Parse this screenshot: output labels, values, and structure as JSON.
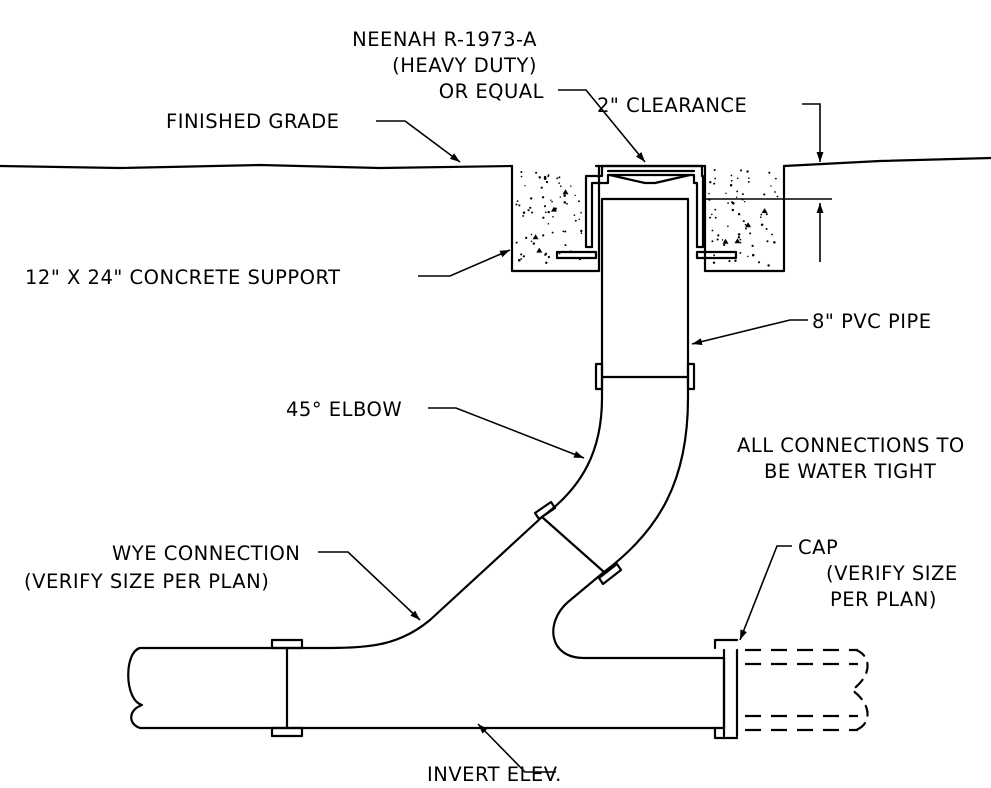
{
  "labels": {
    "frame_line1": "NEENAH R-1973-A",
    "frame_line2": "(HEAVY DUTY)",
    "frame_line3": "OR EQUAL",
    "clearance": "2\" CLEARANCE",
    "finished_grade": "FINISHED GRADE",
    "concrete_support": "12\" X 24\" CONCRETE SUPPORT",
    "pvc_pipe": "8\" PVC PIPE",
    "elbow": "45° ELBOW",
    "note_line1": "ALL CONNECTIONS TO",
    "note_line2": "BE WATER TIGHT",
    "wye_line1": "WYE CONNECTION",
    "wye_line2": "(VERIFY SIZE PER PLAN)",
    "cap_line1": "CAP",
    "cap_line2": "(VERIFY SIZE",
    "cap_line3": "PER PLAN)",
    "invert": "INVERT ELEV."
  }
}
